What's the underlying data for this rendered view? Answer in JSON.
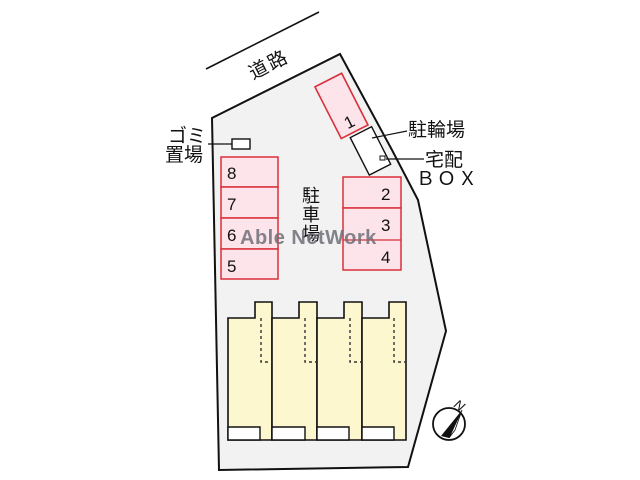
{
  "labels": {
    "road": "道路",
    "bicycle_parking": "駐輪場",
    "delivery_box_line1": "宅配",
    "delivery_box_line2": "ＢＯＸ",
    "garbage_line1": "ゴミ",
    "garbage_line2": "置場",
    "parking": "駐車場",
    "north": "N"
  },
  "parking_spaces": {
    "left_column": [
      "8",
      "7",
      "6",
      "5"
    ],
    "right_column": [
      "2",
      "3",
      "4"
    ],
    "angled": "1"
  },
  "watermark": "Able NetWork",
  "colors": {
    "lot_fill": "#f2f2f2",
    "parking_fill": "#fde4ea",
    "parking_stroke": "#d9303a",
    "building_fill": "#fdf7cf",
    "outline": "#111111"
  },
  "building_units": 4
}
